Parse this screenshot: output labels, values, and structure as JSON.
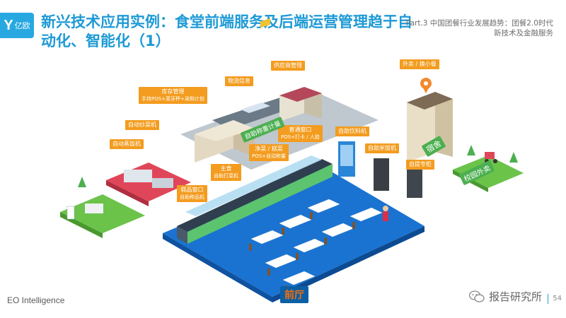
{
  "header": {
    "logo_mark": "Y",
    "logo_text": "亿欧",
    "title": "新兴技术应用实例：食堂前端服务及后端运营管理趋于自动化、智能化（1）",
    "part_line1": "Part.3 中国团餐行业发展趋势：团餐2.0时代",
    "part_line2": "新技术及金融服务"
  },
  "labels": {
    "supply_mgmt": "供应商管理",
    "logistics": "物流信息",
    "inventory": "库存管理",
    "inventory_sub": "手持POS+菜牙秤+采购计划",
    "auto_stir": "自动炒菜机",
    "auto_cook": "自动蒸饭机",
    "common_window": "普通窗口",
    "common_window_sub": "POS+打卡 / 人脸",
    "self_drink": "自助饮料机",
    "self_rice": "自助米饭机",
    "self_pickup": "自提专柜",
    "delivery": "外卖 / 换小餐",
    "staple": "主食",
    "staple_sub": "自助打菜机",
    "dish": "净菜 / 糕菜",
    "dish_sub": "POS+自动称量",
    "pastry": "糕品窗口",
    "pastry_sub": "自助称品机",
    "rotary": "自助称重计量",
    "front_hall": "前厅",
    "dorm": "宿舍",
    "campus_delivery": "校园外卖"
  },
  "footer": {
    "brand": "EO Intelligence",
    "watermark": "报告研究所",
    "page": "54"
  },
  "colors": {
    "accent": "#1e9ad6",
    "label_orange": "#f39c1f",
    "floor_blue": "#1a73d1",
    "grass_green": "#6bc34a"
  }
}
